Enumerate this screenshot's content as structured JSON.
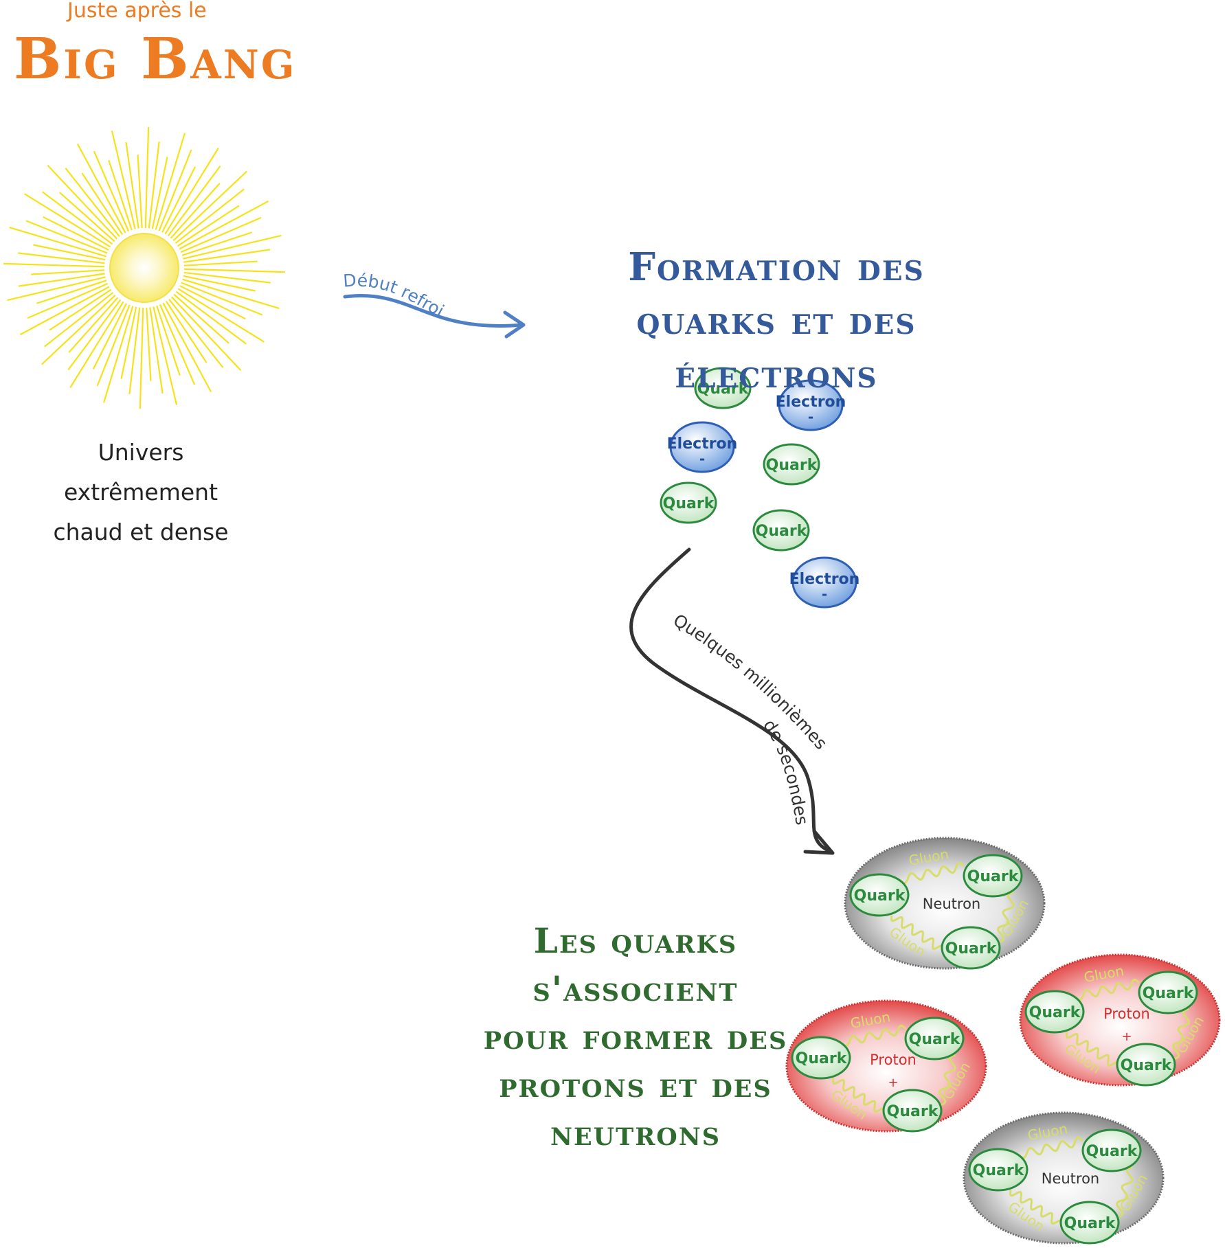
{
  "header": {
    "subtitle": "Juste après le",
    "title": "Big Bang"
  },
  "sun": {
    "caption_line1": "Univers extrêmement",
    "caption_line2": "chaud et dense",
    "color": "#f6e21a"
  },
  "arrow_cooling": {
    "label": "Début refroidissement",
    "color": "#4f7fc4"
  },
  "section_formation": {
    "line1": "Formation des",
    "line2": "quarks et des électrons"
  },
  "particles": {
    "quark_label": "Quark",
    "electron_label": "Electron",
    "electron_charge": "-",
    "quark_color": "#2b8a3e",
    "electron_color": "#2f5fb3"
  },
  "arrow_time": {
    "label_line1": "Quelques millioniemes",
    "label_line1_display": "Quelques millionièmes",
    "label_line2": "de secondes"
  },
  "section_assoc": {
    "line1": "Les quarks s'associent",
    "line2": "pour former des",
    "line3": "protons et des",
    "line4": "neutrons"
  },
  "nucleons": {
    "neutron_label": "Neutron",
    "proton_label": "Proton",
    "proton_charge": "+",
    "gluon_label": "Gluon",
    "neutron_color": "#8a8a8a",
    "proton_color": "#e04646",
    "gluon_color": "#d8dc6a"
  }
}
